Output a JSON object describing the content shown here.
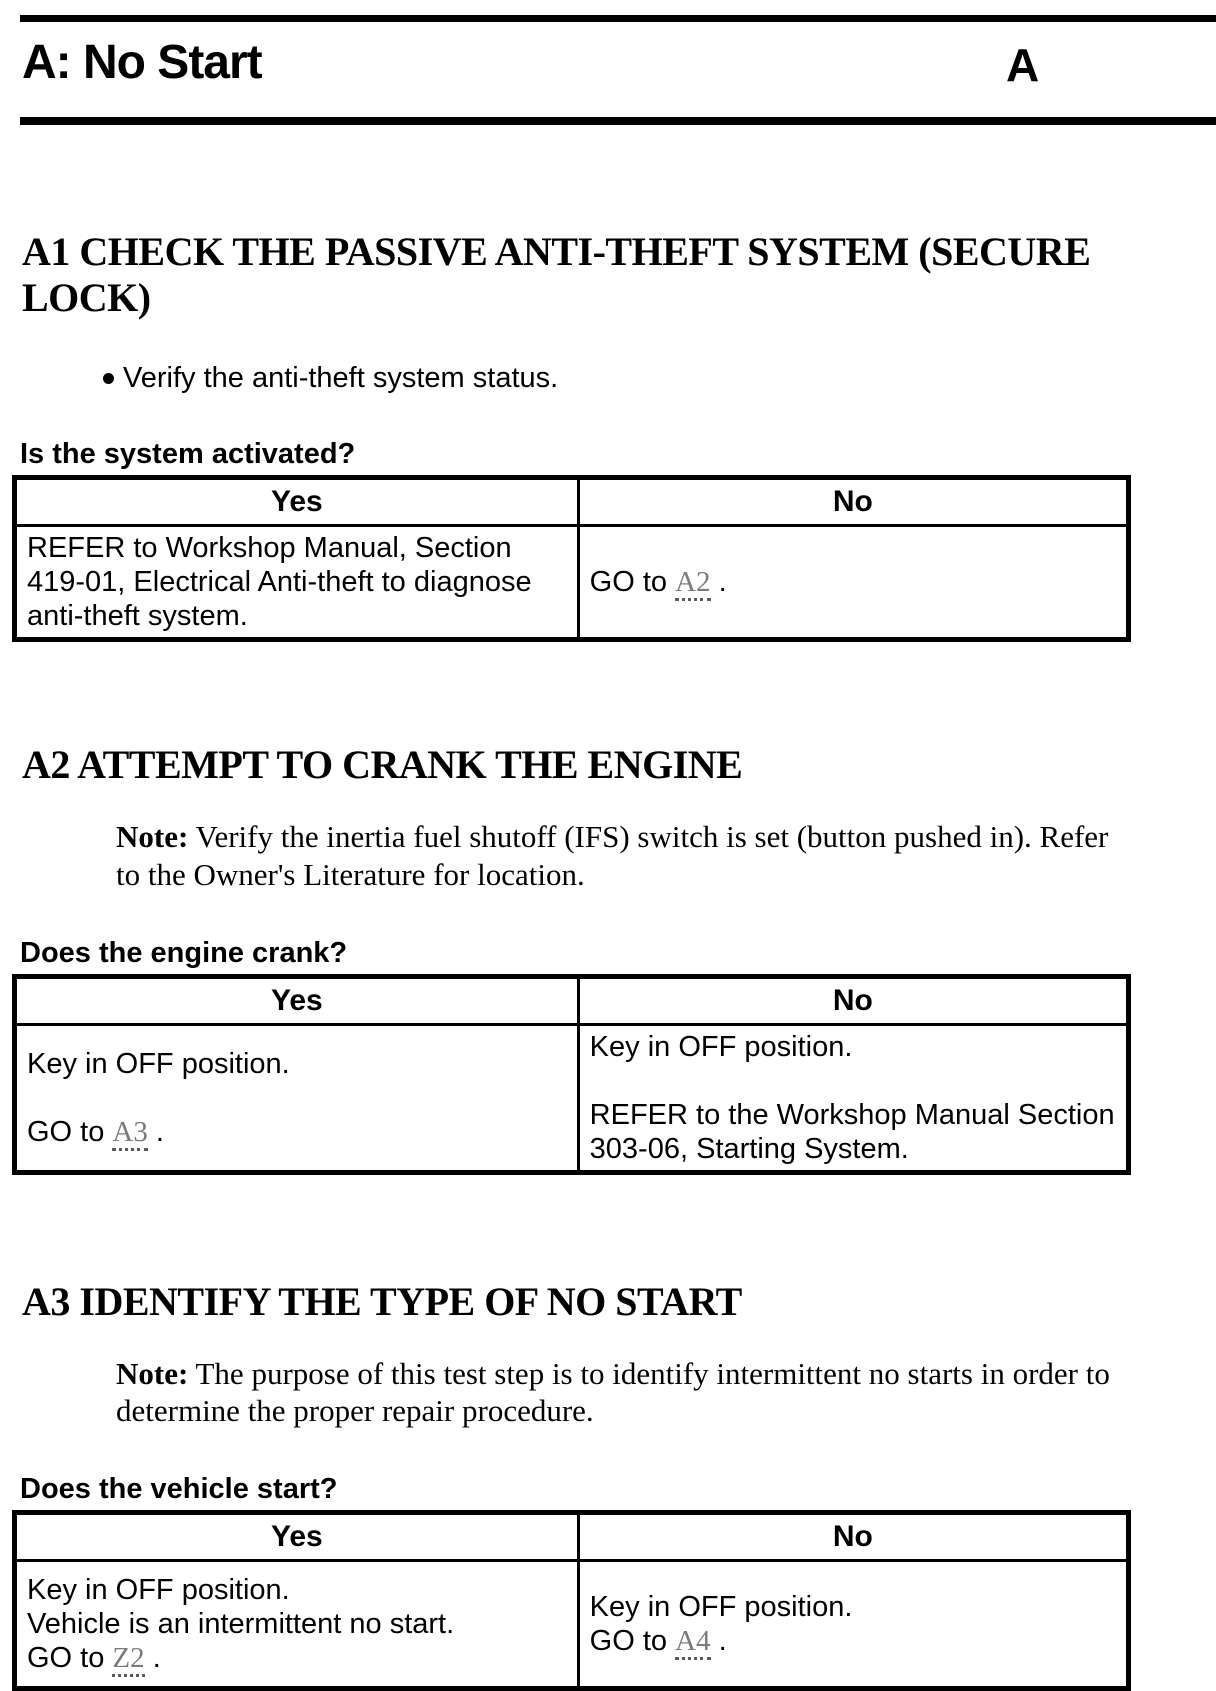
{
  "header": {
    "title": "A: No Start",
    "page_letter": "A"
  },
  "link_color": "#7b7b7b",
  "sections": [
    {
      "id": "A1",
      "heading": "A1 CHECK THE PASSIVE ANTI-THEFT SYSTEM (SECURE LOCK)",
      "heading_lines": [
        "A1 CHECK THE PASSIVE ANTI-THEFT SYSTEM (SECURE",
        "LOCK)"
      ],
      "bullets": [
        "Verify the anti-theft system status."
      ],
      "note": null,
      "question": "Is the system activated?",
      "table": {
        "headers": [
          "Yes",
          "No"
        ],
        "yes": [
          [
            {
              "t": "REFER to Workshop Manual, Section 419-01, Electrical Anti-theft to diagnose anti-theft system."
            }
          ]
        ],
        "no": [
          [
            {
              "t": "GO to "
            },
            {
              "t": "A2",
              "link": true
            },
            {
              "t": " ."
            }
          ]
        ]
      }
    },
    {
      "id": "A2",
      "heading": "A2 ATTEMPT TO CRANK THE ENGINE",
      "heading_lines": [
        "A2 ATTEMPT TO CRANK THE ENGINE"
      ],
      "bullets": [],
      "note": {
        "label": "Note:",
        "lines": [
          "Verify the inertia fuel shutoff (IFS) switch is set (button pushed in). Refer",
          "to the Owner's Literature for location."
        ]
      },
      "question": "Does the engine crank?",
      "table": {
        "headers": [
          "Yes",
          "No"
        ],
        "yes": [
          [
            {
              "t": "Key in OFF position."
            }
          ],
          [],
          [
            {
              "t": "GO to "
            },
            {
              "t": "A3",
              "link": true
            },
            {
              "t": " ."
            }
          ]
        ],
        "no": [
          [
            {
              "t": "Key in OFF position."
            }
          ],
          [],
          [
            {
              "t": "REFER to the Workshop Manual Section 303-06, Starting System."
            }
          ]
        ]
      }
    },
    {
      "id": "A3",
      "heading": "A3 IDENTIFY THE TYPE OF NO START",
      "heading_lines": [
        "A3 IDENTIFY THE TYPE OF NO START"
      ],
      "bullets": [],
      "note": {
        "label": "Note:",
        "lines": [
          "The purpose of this test step is to identify intermittent no starts in order to",
          "determine the proper repair procedure."
        ]
      },
      "question": "Does the vehicle start?",
      "table": {
        "headers": [
          "Yes",
          "No"
        ],
        "yes": [
          [
            {
              "t": "Key in OFF position."
            }
          ],
          [
            {
              "t": "Vehicle is an intermittent no start."
            }
          ],
          [
            {
              "t": "GO to "
            },
            {
              "t": "Z2",
              "link": true
            },
            {
              "t": " ."
            }
          ]
        ],
        "no": [
          [
            {
              "t": "Key in OFF position."
            }
          ],
          [
            {
              "t": "GO to "
            },
            {
              "t": "A4",
              "link": true
            },
            {
              "t": " ."
            }
          ]
        ]
      }
    }
  ]
}
